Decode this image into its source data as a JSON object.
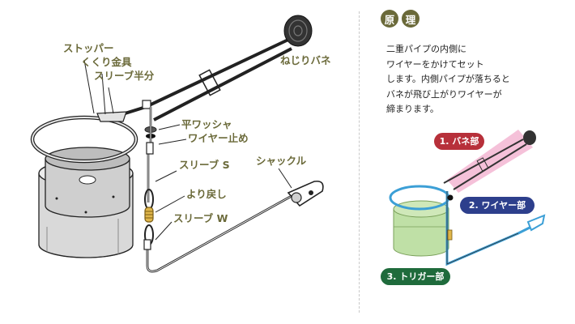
{
  "colors": {
    "label": "#6b6a3a",
    "spring_part": "#b7303a",
    "wire_part": "#2d3f8c",
    "trigger_part": "#1f6b3c",
    "spring_highlight": "#f3b6d2",
    "wire_highlight": "#3c9fd6",
    "trigger_highlight": "#bfe0a6"
  },
  "labels": {
    "stopper": "ストッパー",
    "kukuri": "くくり金具",
    "sleeve_half": "スリーブ半分",
    "spring": "ねじりバネ",
    "washer": "平ワッシャ",
    "wire_stop": "ワイヤー止め",
    "sleeve_s": "スリーブ S",
    "shackle": "シャックル",
    "swivel": "より戻し",
    "sleeve_w": "スリーブ W"
  },
  "principle": {
    "title_chars": [
      "原",
      "理"
    ],
    "lines": [
      "二重パイプの内側に",
      "ワイヤーをかけてセット",
      "します。内側パイプが落ちると",
      "バネが飛び上がりワイヤーが",
      "締まります。"
    ]
  },
  "parts": {
    "spring": "1. バネ部",
    "wire": "2. ワイヤー部",
    "trigger": "3. トリガー部"
  }
}
